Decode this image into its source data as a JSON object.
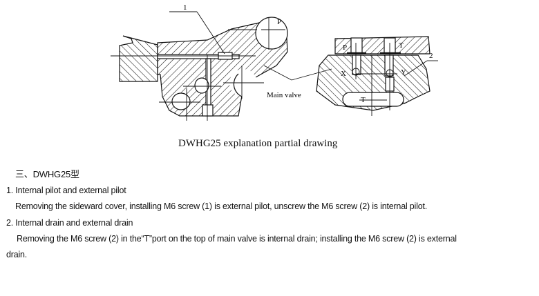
{
  "figure": {
    "caption": "DWHG25 explanation partial drawing",
    "labels": {
      "screw1": "1",
      "screw2": "2",
      "p_left": "P",
      "p_right": "P",
      "t_top": "T",
      "t_bottom": "T",
      "x": "X",
      "y": "Y",
      "main_valve": "Main valve"
    }
  },
  "section": {
    "title": "三、DWHG25型",
    "items": [
      {
        "heading": "1. Internal pilot and external pilot",
        "body": "Removing the sideward cover, installing M6 screw (1)  is external pilot, unscrew the M6 screw (2) is internal pilot."
      },
      {
        "heading": "2. Internal drain and external drain",
        "body": "Removing the M6 screw (2) in the“T”port on the top  of main valve is internal drain; installing the M6 screw (2) is external",
        "body_cont": "drain."
      }
    ]
  }
}
